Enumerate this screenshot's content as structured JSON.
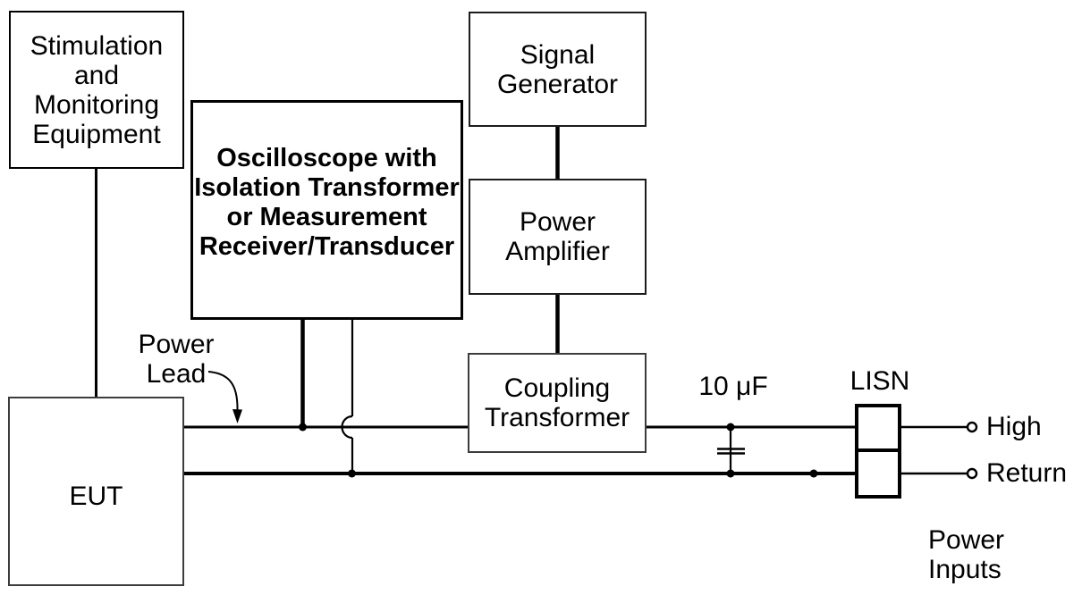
{
  "boxes": {
    "stimulation": {
      "label": "Stimulation\nand\nMonitoring\nEquipment"
    },
    "oscilloscope": {
      "label": "Oscilloscope with\nIsolation Transformer\nor Measurement\nReceiver/Transducer"
    },
    "signal_generator": {
      "label": "Signal\nGenerator"
    },
    "power_amplifier": {
      "label": "Power\nAmplifier"
    },
    "coupling_transformer": {
      "label": "Coupling\nTransformer"
    },
    "eut": {
      "label": "EUT"
    },
    "lisn": {
      "label": "LISN"
    }
  },
  "annotations": {
    "power_lead": "Power\nLead",
    "capacitor_value": "10 μF",
    "high_terminal": "High",
    "return_terminal": "Return",
    "power_inputs": "Power\nInputs"
  },
  "colors": {
    "line": "#000000",
    "background": "#ffffff",
    "thin_border": "#3c3c3c"
  }
}
